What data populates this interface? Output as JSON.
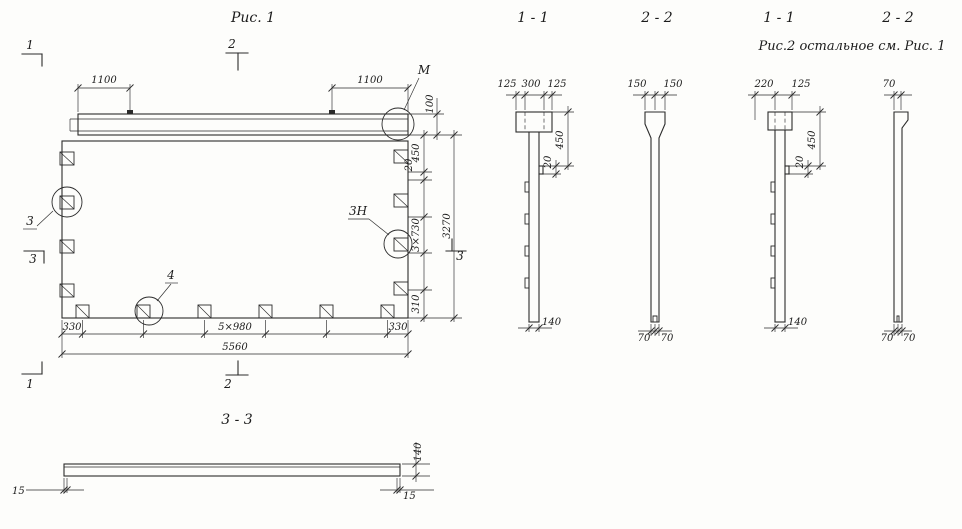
{
  "titles": {
    "fig1": "Рис. 1",
    "sec11a": "1 - 1",
    "sec22a": "2 - 2",
    "sec11b": "1 - 1",
    "sec22b": "2 - 2",
    "fig2_note": "Рис.2 остальное см. Рис. 1",
    "sec33": "3 - 3"
  },
  "plan": {
    "dim_top_left": "1100",
    "dim_top_right": "1100",
    "label_m": "М",
    "dim_100": "100",
    "dim_450": "450",
    "dim_20": "20",
    "dim_3x730": "3×730",
    "dim_3270": "3270",
    "dim_310": "310",
    "callout_3": "3",
    "callout_3n": "3Н",
    "callout_4": "4",
    "dim_330_left": "330",
    "dim_5x980": "5×980",
    "dim_330_right": "330",
    "dim_5560": "5560",
    "marker_1": "1",
    "marker_2": "2",
    "marker_3": "3"
  },
  "sec11a": {
    "d125l": "125",
    "d300": "300",
    "d125r": "125",
    "d450": "450",
    "d20": "20",
    "d140": "140"
  },
  "sec22a": {
    "d150l": "150",
    "d150r": "150",
    "d70l": "70",
    "d70r": "70"
  },
  "sec11b": {
    "d220": "220",
    "d125": "125",
    "d450": "450",
    "d20": "20",
    "d140": "140"
  },
  "sec22b": {
    "d70t": "70",
    "d70l": "70",
    "d70r": "70"
  },
  "sec33": {
    "d15l": "15",
    "d15r": "15",
    "d140": "140"
  }
}
